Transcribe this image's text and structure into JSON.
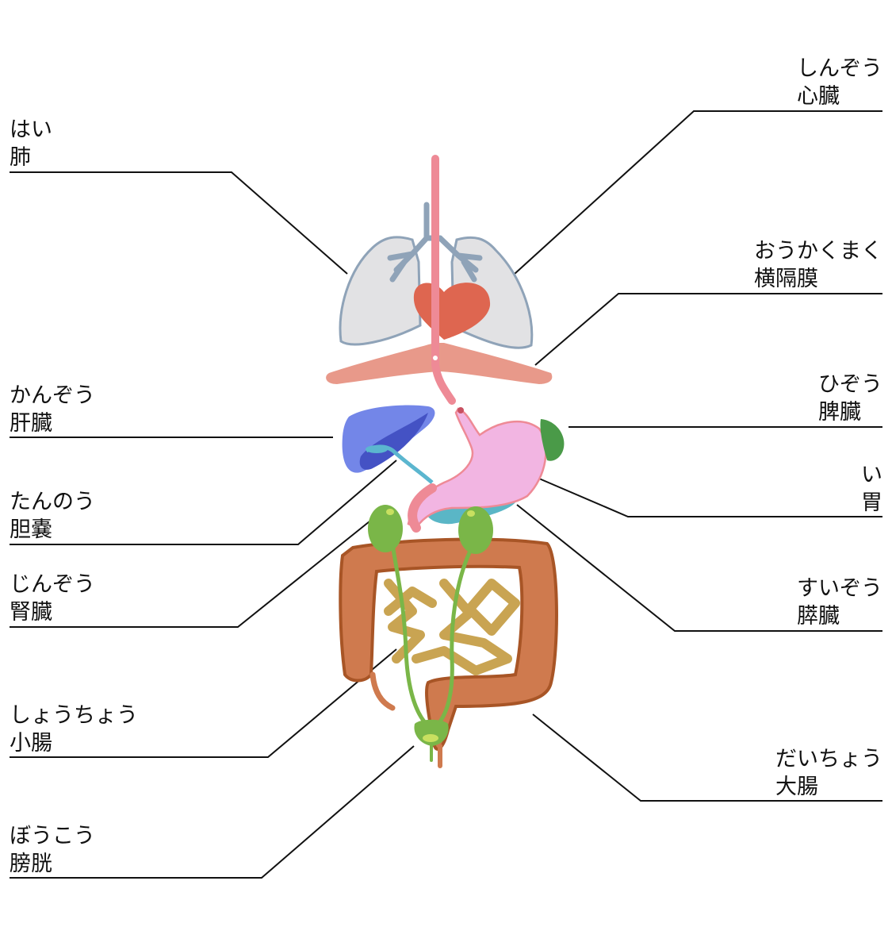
{
  "labels": {
    "lung": {
      "kana": "はい",
      "kanji": "肺"
    },
    "liver": {
      "kana": "かんぞう",
      "kanji": "肝臓"
    },
    "gallbladder": {
      "kana": "たんのう",
      "kanji": "胆嚢"
    },
    "kidney": {
      "kana": "じんぞう",
      "kanji": "腎臓"
    },
    "small_intestine": {
      "kana": "しょうちょう",
      "kanji": "小腸"
    },
    "bladder": {
      "kana": "ぼうこう",
      "kanji": "膀胱"
    },
    "heart": {
      "kana": "しんぞう",
      "kanji": "心臓"
    },
    "diaphragm": {
      "kana": "おうかくまく",
      "kanji": "横隔膜"
    },
    "spleen": {
      "kana": "ひぞう",
      "kanji": "脾臓"
    },
    "stomach": {
      "kana": "い",
      "kanji": "胃"
    },
    "pancreas": {
      "kana": "すいぞう",
      "kanji": "膵臓"
    },
    "large_intestine": {
      "kana": "だいちょう",
      "kanji": "大腸"
    }
  },
  "colors": {
    "lung_fill": "#e2e2e4",
    "lung_stroke": "#8fa3b8",
    "heart": "#de6650",
    "esophagus": "#ee8a96",
    "diaphragm": "#e8998a",
    "liver": "#7386e8",
    "liver_dark": "#4452c4",
    "bile": "#5bb6cf",
    "stomach": "#f2b5e2",
    "spleen": "#4a9a48",
    "pancreas": "#5ab6c6",
    "kidney": "#7ab648",
    "colon": "#cf7a4e",
    "colon_dark": "#a85526",
    "small_int": "#c9a452"
  }
}
